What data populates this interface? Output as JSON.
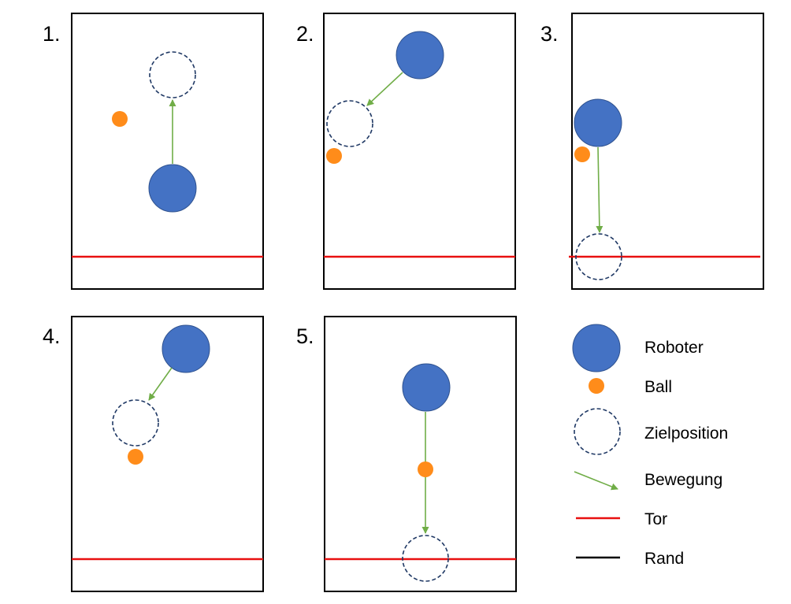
{
  "colors": {
    "robot": "#4472C4",
    "robot_outline": "#2F528F",
    "ball": "#FF8C1A",
    "target": "#1F3864",
    "movement": "#70AD47",
    "goal": "#E81010",
    "border": "#000000"
  },
  "panels": [
    {
      "number": "1."
    },
    {
      "number": "2."
    },
    {
      "number": "3."
    },
    {
      "number": "4."
    },
    {
      "number": "5."
    }
  ],
  "legend": {
    "robot": "Roboter",
    "ball": "Ball",
    "target": "Zielposition",
    "movement": "Bewegung",
    "goal": "Tor",
    "border": "Rand"
  }
}
